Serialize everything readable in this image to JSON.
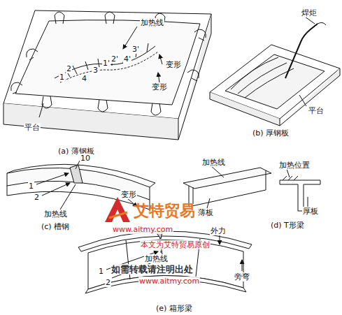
{
  "diagram": {
    "labels": [
      "加热线",
      "1",
      "2",
      "3",
      "4",
      "1'",
      "2'",
      "3'",
      "4'",
      "变形",
      "变形",
      "平台",
      "(a) 薄钢板",
      "焊炬",
      "平台",
      "(b) 厚钢板",
      "10",
      "1",
      "2",
      "加热线",
      "变形",
      "(c) 槽钢",
      "加热线",
      "加热位置",
      "薄板",
      "厚板",
      "(d) T形梁",
      "外力",
      "加热线",
      "旁弯",
      "1",
      "2",
      "(e) 箱形梁",
      "艾特贸易",
      "www.aitmy.com",
      "本文为艾特贸易原创",
      "如需转载请注明出处",
      "www.aitmy.com"
    ]
  }
}
